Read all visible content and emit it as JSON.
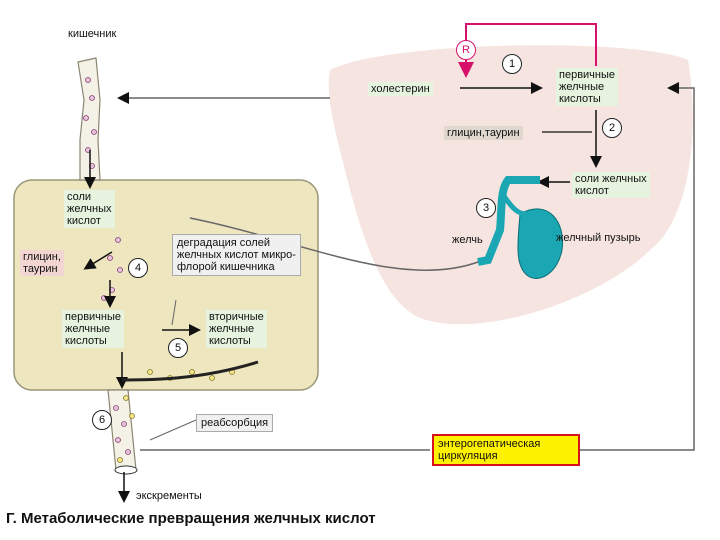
{
  "labels": {
    "intestine": "кишечник",
    "cholesterol": "холестерин",
    "primary_acids_liver": "первичные\nжелчные\nкислоты",
    "glycine_taurine_liver": "глицин,таурин",
    "bile_salts_liver": "соли желчных\nкислот",
    "bile": "желчь",
    "gallbladder": "желчный пузырь",
    "bile_salts_gut": "соли\nжелчных\nкислот",
    "glycine_taurine_gut": "глицин,\nтаурин",
    "degradation": "деградация солей\nжелчных кислот микро-\nфлорой кишечника",
    "primary_acids_gut": "первичные\nжелчные\nкислоты",
    "secondary_acids": "вторичные\nжелчные\nкислоты",
    "reabsorption": "реабсорбция",
    "enterohepatic": "энтерогепатическая\nциркуляция",
    "excrement": "экскременты",
    "regulation": "R"
  },
  "steps": [
    "1",
    "2",
    "3",
    "4",
    "5",
    "6"
  ],
  "caption": "Г. Метаболические превращения желчных кислот",
  "colors": {
    "liver": "#f6e4e0",
    "intestine": "#ede6bf",
    "gallbladder": "#1aa7b3",
    "feedback": "#d6106b",
    "label_green": "#e6f3df",
    "label_pink": "#f3d6d2",
    "highlight": "#fff200"
  }
}
